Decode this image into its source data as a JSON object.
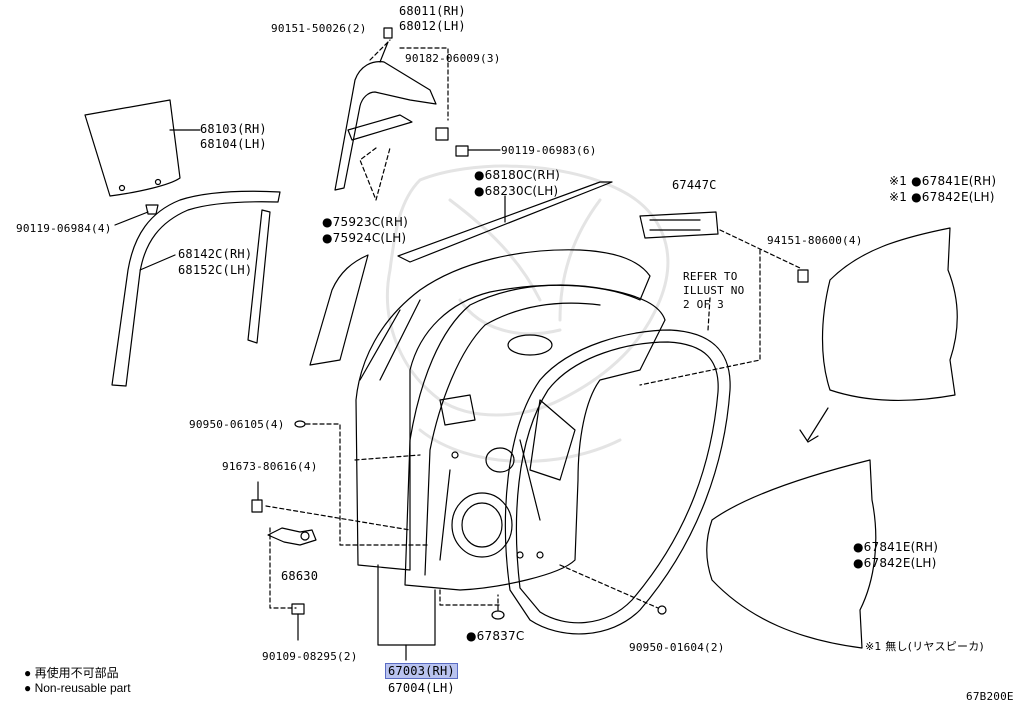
{
  "labels": {
    "p90151": "90151-50026(2)",
    "p68011": "68011(RH)",
    "p68012": "68012(LH)",
    "p90182": "90182-06009(3)",
    "p68103": "68103(RH)",
    "p68104": "68104(LH)",
    "p90119_06983": "90119-06983(6)",
    "p68180": "●68180C(RH)",
    "p68230": "●68230C(LH)",
    "p67447": "67447C",
    "p67841_top": "※1 ●67841E(RH)",
    "p67842_top": "※1 ●67842E(LH)",
    "p90119_06984": "90119-06984(4)",
    "p75923": "●75923C(RH)",
    "p75924": "●75924C(LH)",
    "p94151": "94151-80600(4)",
    "p68142": "68142C(RH)",
    "p68152": "68152C(LH)",
    "refer1": "REFER TO",
    "refer2": "ILLUST NO",
    "refer3": "2 OF 3",
    "p90950_06105": "90950-06105(4)",
    "p91673": "91673-80616(4)",
    "p68630": "68630",
    "p90109": "90109-08295(2)",
    "p67837": "●67837C",
    "p90950_01604": "90950-01604(2)",
    "p67841_bot": "●67841E(RH)",
    "p67842_bot": "●67842E(LH)",
    "p67003": "67003(RH)",
    "p67004": "67004(LH)",
    "note1": "※1 無し(リヤスピーカ)",
    "legend_jp": "● 再使用不可部品",
    "legend_en": "● Non-reusable part",
    "figure_code": "67B200E"
  },
  "colors": {
    "line": "#000000",
    "highlight": "#b9c3ef",
    "highlight_border": "#5a6cc4",
    "watermark": "#e4e4e4"
  }
}
